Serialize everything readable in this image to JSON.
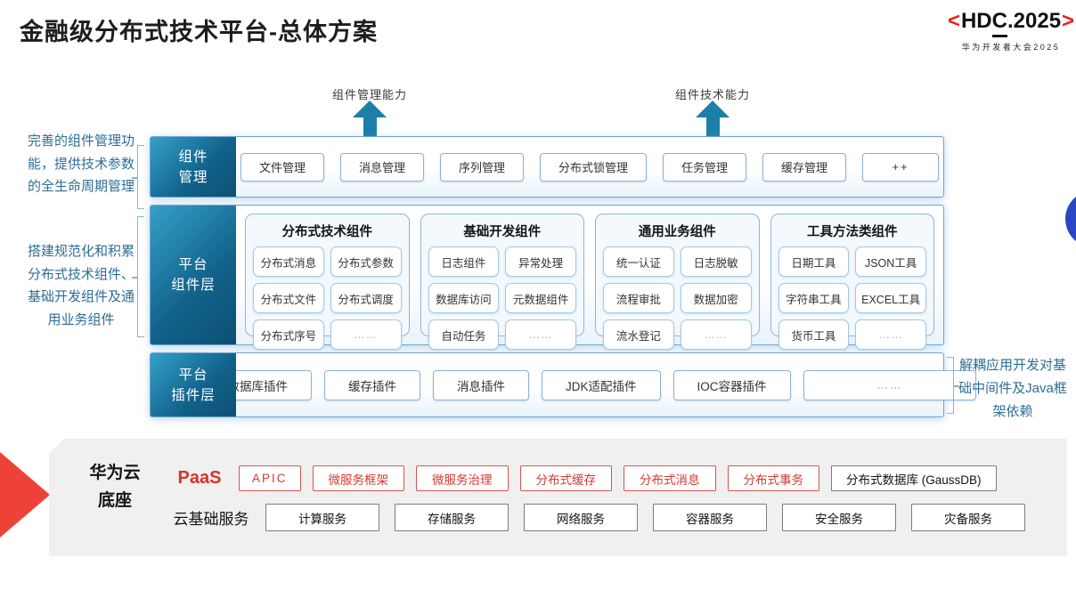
{
  "slide": {
    "title": "金融级分布式技术平台-总体方案",
    "logo": {
      "open": "<",
      "hd": "HD",
      "c": "C",
      "rest": ".2025",
      "close": ">",
      "subtitle": "华为开发者大会2025"
    },
    "capability_arrows": {
      "left": "组件管理能力",
      "right": "组件技术能力"
    },
    "left_notes": {
      "top": "完善的组件管理功能，提供技术参数的全生命周期管理",
      "bottom": "搭建规范化和积累分布式技术组件、基础开发组件及通用业务组件"
    },
    "right_note": "解耦应用开发对基础中间件及Java框架依赖",
    "component_management": {
      "label_line1": "组件",
      "label_line2": "管理",
      "chips": [
        "文件管理",
        "消息管理",
        "序列管理",
        "分布式锁管理",
        "任务管理",
        "缓存管理",
        "++"
      ]
    },
    "platform_components": {
      "label_line1": "平台",
      "label_line2": "组件层",
      "columns": [
        {
          "title": "分布式技术组件",
          "chips": [
            "分布式消息",
            "分布式参数",
            "分布式文件",
            "分布式调度",
            "分布式序号",
            "……"
          ]
        },
        {
          "title": "基础开发组件",
          "chips": [
            "日志组件",
            "异常处理",
            "数据库访问",
            "元数据组件",
            "自动任务",
            "……"
          ]
        },
        {
          "title": "通用业务组件",
          "chips": [
            "统一认证",
            "日志脱敏",
            "流程审批",
            "数据加密",
            "流水登记",
            "……"
          ]
        },
        {
          "title": "工具方法类组件",
          "chips": [
            "日期工具",
            "JSON工具",
            "字符串工具",
            "EXCEL工具",
            "货币工具",
            "……"
          ]
        }
      ]
    },
    "platform_plugins": {
      "label_line1": "平台",
      "label_line2": "插件层",
      "chips": [
        "数据库插件",
        "缓存插件",
        "消息插件",
        "JDK适配插件",
        "IOC容器插件",
        "……"
      ]
    },
    "cloud_base": {
      "label_line1": "华为云",
      "label_line2": "底座",
      "paas_label": "PaaS",
      "paas_chips": [
        "APIC",
        "微服务框架",
        "微服务治理",
        "分布式缓存",
        "分布式消息",
        "分布式事务"
      ],
      "paas_db_chip": "分布式数据库 (GaussDB)",
      "iaas_label": "云基础服务",
      "iaas_chips": [
        "计算服务",
        "存储服务",
        "网络服务",
        "容器服务",
        "安全服务",
        "灾备服务"
      ]
    },
    "colors": {
      "teal_accent": "#1d7fa8",
      "red_accent": "#d9332b",
      "blue_dot": "#2b46c4",
      "panel_gray": "#f0f0f0"
    }
  }
}
